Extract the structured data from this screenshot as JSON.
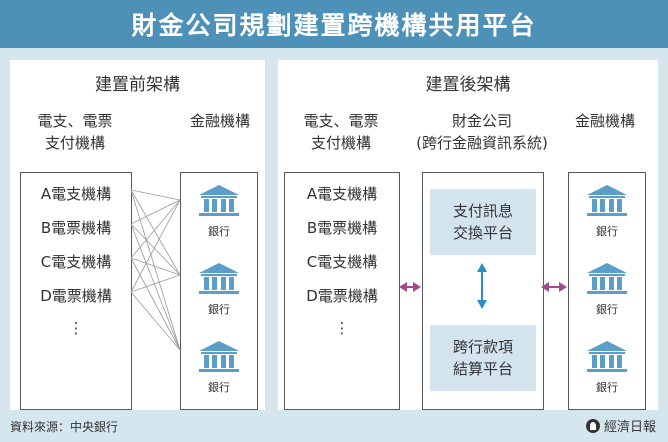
{
  "title": "財金公司規劃建置跨機構共用平台",
  "before": {
    "title": "建置前架構",
    "left_header": [
      "電支、電票",
      "支付機構"
    ],
    "right_header": "金融機構",
    "institutions": [
      "A電支機構",
      "B電票機構",
      "C電支機構",
      "D電票機構",
      "⋮"
    ],
    "banks": [
      "銀行",
      "銀行",
      "銀行"
    ]
  },
  "after": {
    "title": "建置後架構",
    "left_header": [
      "電支、電票",
      "支付機構"
    ],
    "middle_header": [
      "財金公司",
      "(跨行金融資訊系統)"
    ],
    "right_header": "金融機構",
    "institutions": [
      "A電支機構",
      "B電票機構",
      "C電支機構",
      "D電票機構",
      "⋮"
    ],
    "platform_top": [
      "支付訊息",
      "交換平台"
    ],
    "platform_bottom": [
      "跨行款項",
      "結算平台"
    ],
    "banks": [
      "銀行",
      "銀行",
      "銀行"
    ]
  },
  "source": "資料來源：中央銀行",
  "publisher": "經濟日報",
  "colors": {
    "title_bg": "#4d90b8",
    "panel_bg": "#ffffff",
    "background": "#d6e6ef",
    "platform_bg": "#d4e4ef",
    "bank_icon": "#5b9ec9",
    "arrow_purple": "#a24a8e",
    "arrow_blue": "#2a8fc4"
  },
  "icons": [
    "bank-icon",
    "double-arrow-icon"
  ]
}
